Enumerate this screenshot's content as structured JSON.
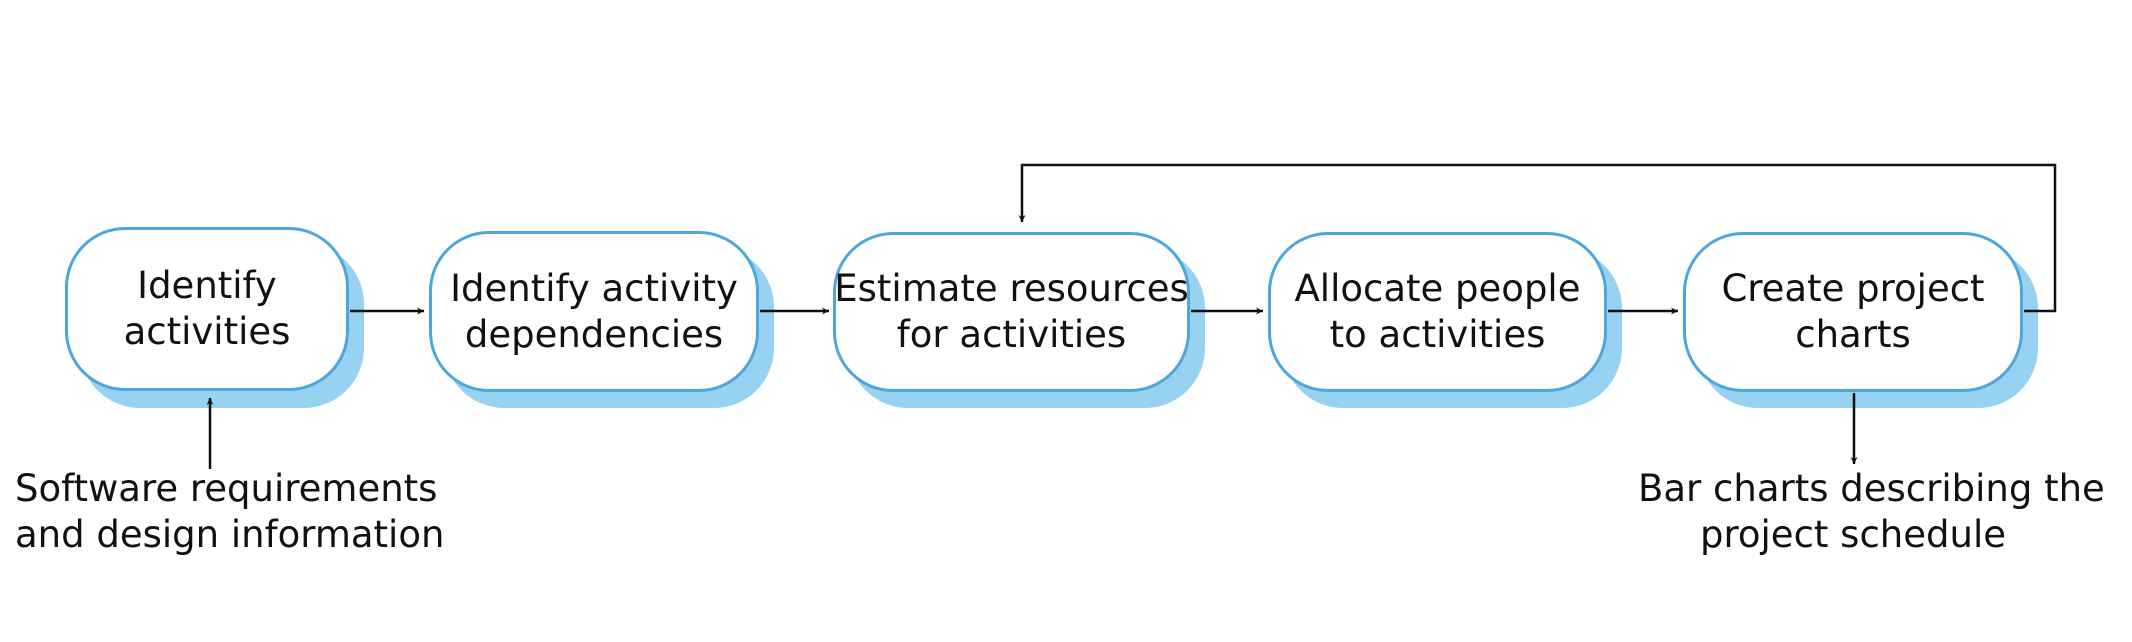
{
  "process_steps": [
    {
      "id": "identify-activities",
      "lines": [
        "Identify",
        "activities"
      ]
    },
    {
      "id": "identify-activity-dependencies",
      "lines": [
        "Identify activity",
        "dependencies"
      ]
    },
    {
      "id": "estimate-resources",
      "lines": [
        "Estimate resources",
        "for activities"
      ]
    },
    {
      "id": "allocate-people",
      "lines": [
        "Allocate people",
        "to activities"
      ]
    },
    {
      "id": "create-project-charts",
      "lines": [
        "Create project",
        "charts"
      ]
    }
  ],
  "input": {
    "lines": [
      "Software requirements",
      "and design information"
    ]
  },
  "output": {
    "lines": [
      "Bar charts describing the",
      "project schedule"
    ]
  },
  "colors": {
    "box_border": "#4ea6dc",
    "box_shadow": "#98d2f2",
    "box_fill": "#ffffff",
    "arrow": "#111111"
  }
}
